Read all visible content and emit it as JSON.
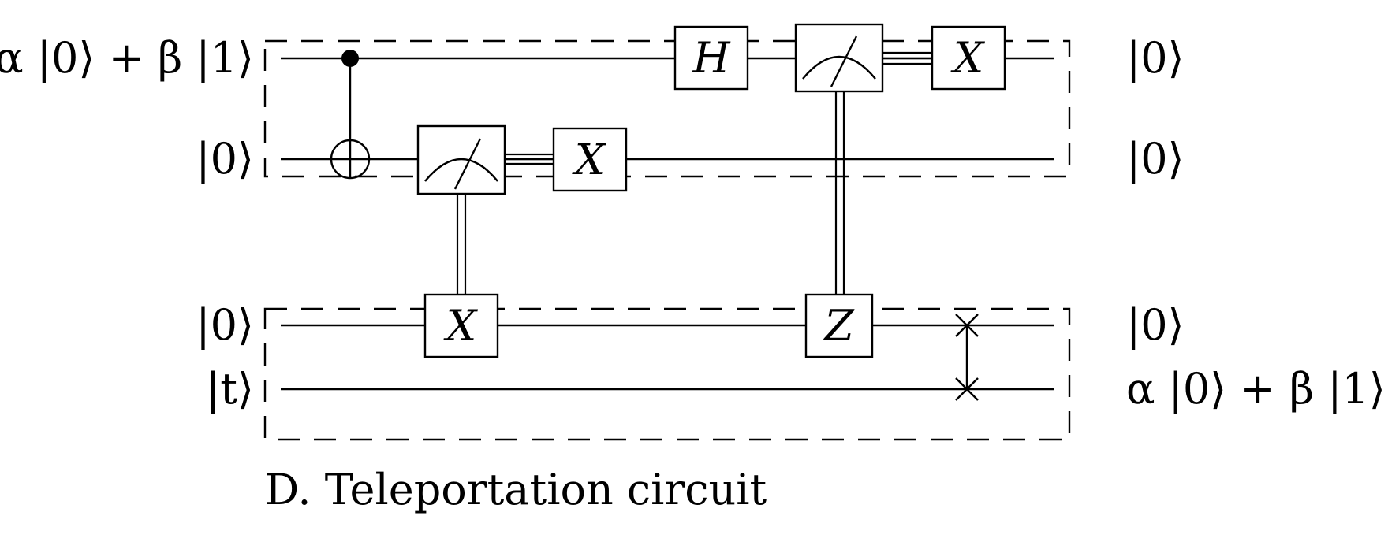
{
  "inputs": {
    "q1": "α |0⟩ + β |1⟩",
    "q2": "|0⟩",
    "q3": "|0⟩",
    "q4": "|t⟩"
  },
  "outputs": {
    "q1": "|0⟩",
    "q2": "|0⟩",
    "q3": "|0⟩",
    "q4": "α |0⟩ + β |1⟩"
  },
  "gates": {
    "h": "H",
    "x_top": "X",
    "x_mid": "X",
    "x_low": "X",
    "z_low": "Z"
  },
  "caption": "D. Teleportation circuit"
}
